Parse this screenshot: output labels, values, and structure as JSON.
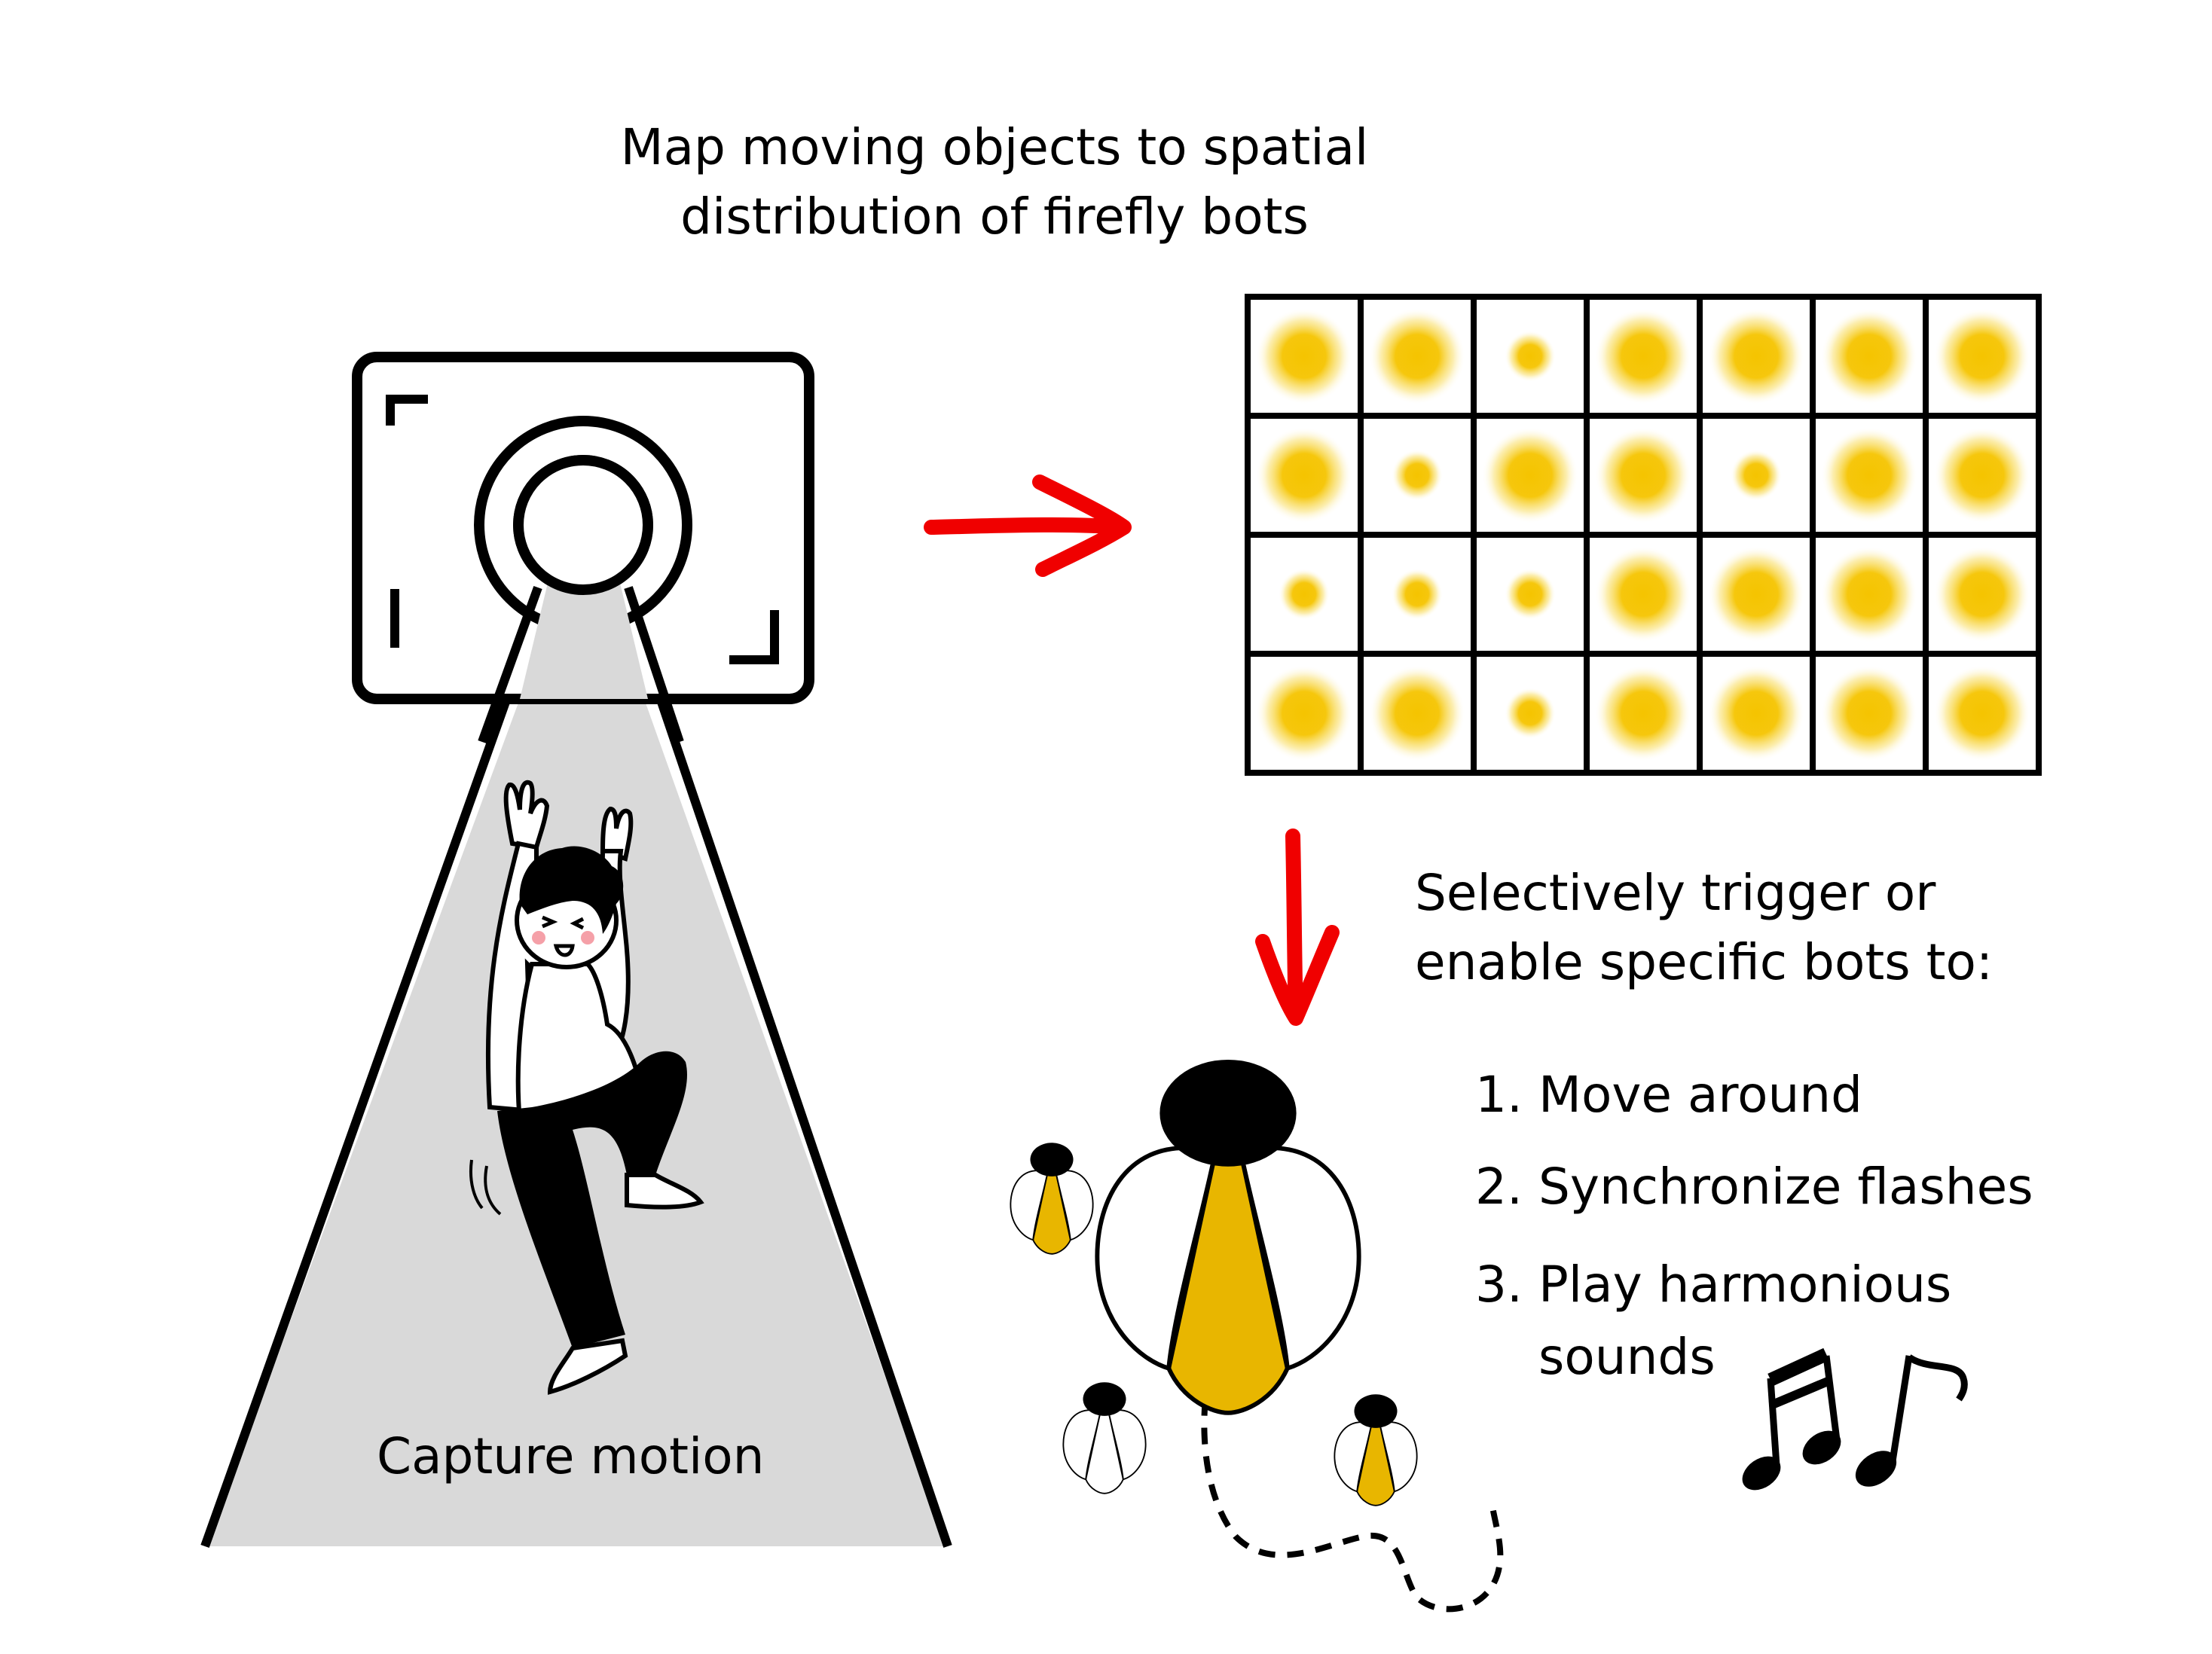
{
  "title_lines": [
    "Map moving objects to spatial",
    "distribution of firefly bots"
  ],
  "caption": "Capture motion",
  "description_lines": [
    "Selectively trigger or",
    "enable specific bots to:"
  ],
  "steps": [
    {
      "num": "1.",
      "lines": [
        "Move around"
      ]
    },
    {
      "num": "2.",
      "lines": [
        "Synchronize flashes"
      ]
    },
    {
      "num": "3.",
      "lines": [
        "Play harmonious",
        "sounds"
      ]
    }
  ],
  "grid": {
    "rows": 4,
    "cols": 7,
    "glow": [
      [
        "large",
        "large",
        "small",
        "large",
        "large",
        "large",
        "large"
      ],
      [
        "large",
        "small",
        "large",
        "large",
        "small",
        "large",
        "large"
      ],
      [
        "small",
        "small",
        "small",
        "large",
        "large",
        "large",
        "large"
      ],
      [
        "large",
        "large",
        "small",
        "large",
        "large",
        "large",
        "large"
      ]
    ]
  },
  "colors": {
    "glow": "#f5c400",
    "firefly_tail": "#e8b600",
    "arrow": "#f00000",
    "beam": "#d9d9d9",
    "stroke": "#000000",
    "blush": "#f5a0a8"
  },
  "icons": [
    "camera-icon",
    "right-arrow-icon",
    "down-arrow-icon",
    "firefly-icon",
    "music-notes-icon",
    "dancing-person-illustration"
  ]
}
